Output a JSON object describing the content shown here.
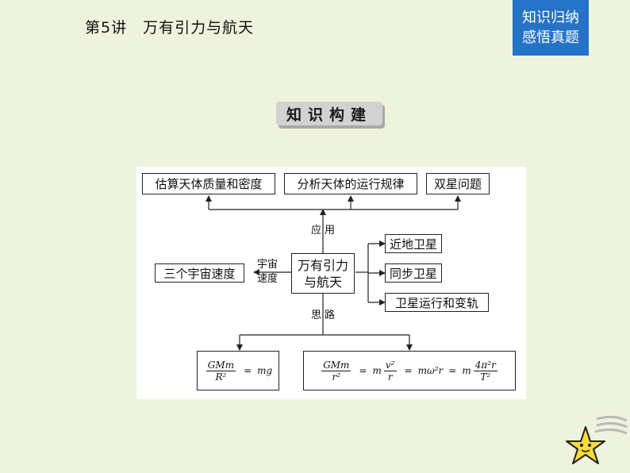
{
  "header": {
    "title": "第5讲　万有引力与航天"
  },
  "nav_badge": {
    "line1": "知识归纳",
    "line2": "感悟真题"
  },
  "section": {
    "title": "知识构建"
  },
  "diagram": {
    "center": {
      "line1": "万有引力",
      "line2": "与航天"
    },
    "top_boxes": [
      "估算天体质量和密度",
      "分析天体的运行规律",
      "双星问题"
    ],
    "right_boxes": [
      "近地卫星",
      "同步卫星",
      "卫星运行和变轨"
    ],
    "left_box": "三个宇宙速度",
    "labels": {
      "up": "应用",
      "down": "思路",
      "left_line1": "宇宙",
      "left_line2": "速度"
    },
    "formula_left": {
      "frac_num": "GMm",
      "frac_den": "R²",
      "eq": "=",
      "rhs": "mg"
    },
    "formula_right": {
      "f1_num": "GMm",
      "f1_den": "r²",
      "eq1": "=",
      "t2_m": "m",
      "f2_num": "v²",
      "f2_den": "r",
      "eq2": "=",
      "t3": "mω²r",
      "eq3": "=",
      "t4_m": "m",
      "f4_num": "4π²r",
      "f4_den": "T²"
    }
  }
}
